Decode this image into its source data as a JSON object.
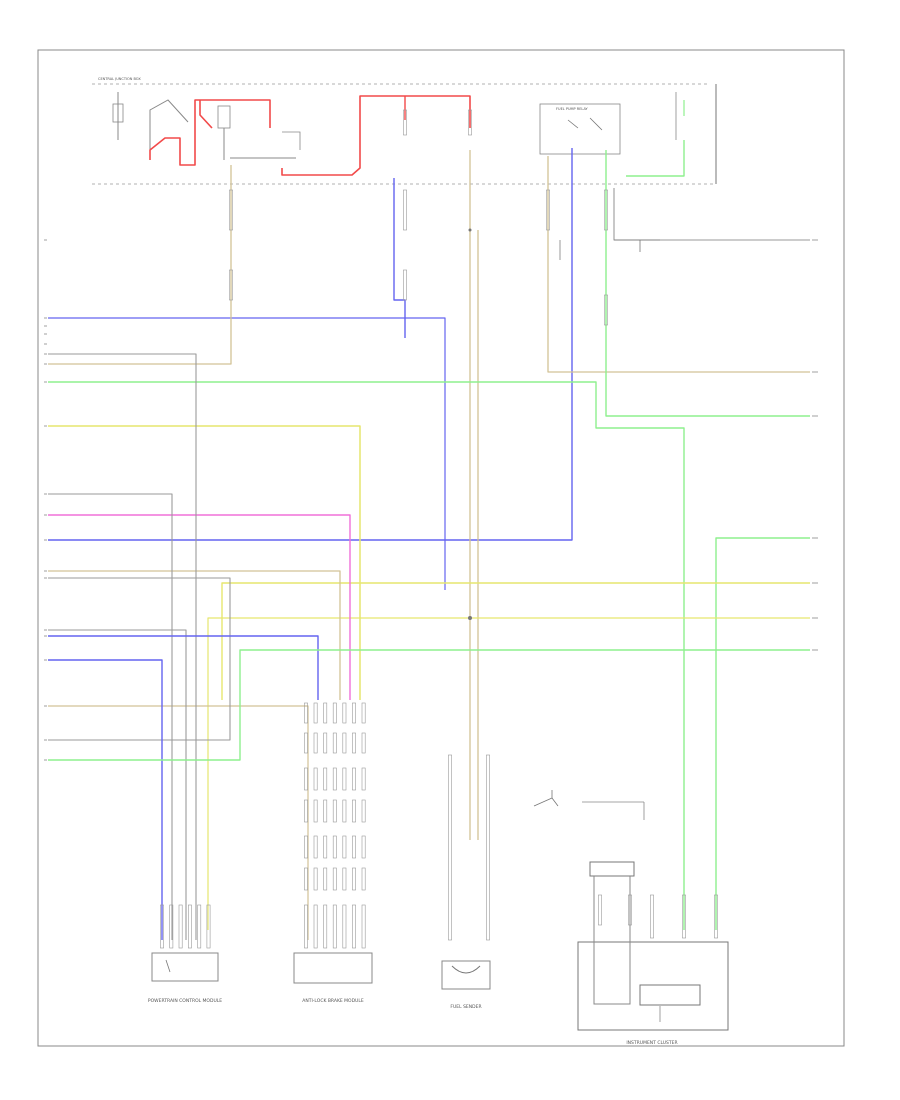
{
  "diagram": {
    "colors": {
      "red": "#f24a4a",
      "blue": "#6464f0",
      "green": "#8ef08e",
      "yellow": "#e6e66e",
      "pink": "#f070d8",
      "tan": "#d2c296",
      "gray": "#9a9a9a",
      "dark": "#555555"
    },
    "components": {
      "pcm_name": "POWERTRAIN CONTROL MODULE",
      "abs_name": "ANTI-LOCK BRAKE MODULE",
      "fuel_name": "FUEL SENDER",
      "ic_name": "INSTRUMENT CLUSTER",
      "relay_name": "FUEL PUMP RELAY",
      "junction_name": "CENTRAL JUNCTION BOX"
    }
  }
}
